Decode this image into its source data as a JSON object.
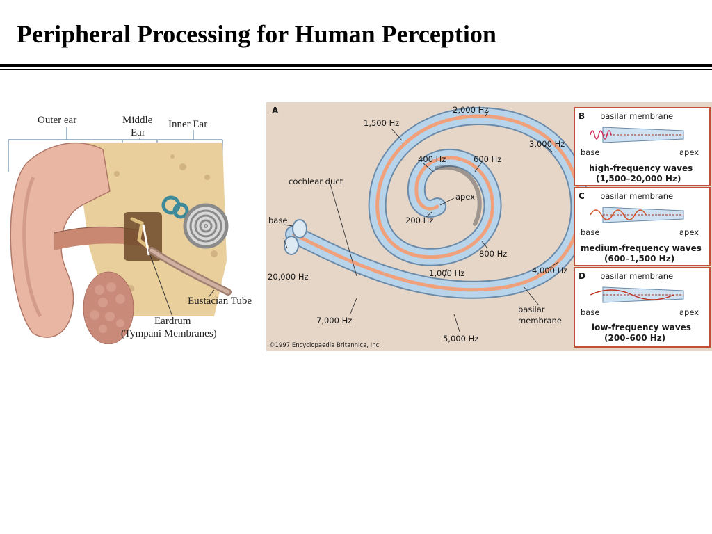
{
  "slide": {
    "title": "Peripheral Processing for Human Perception"
  },
  "ear_diagram": {
    "labels": {
      "outer_ear": "Outer ear",
      "middle_ear_line1": "Middle",
      "middle_ear_line2": "Ear",
      "inner_ear": "Inner Ear",
      "eustacian_tube": "Eustacian Tube",
      "eardrum_line1": "Eardrum",
      "eardrum_line2": "(Tympani Membranes)"
    }
  },
  "cochlea_diagram": {
    "panel_a_letter": "A",
    "frequency_labels": {
      "f200": "200 Hz",
      "f400": "400 Hz",
      "f600": "600 Hz",
      "f800": "800 Hz",
      "f1000": "1,000 Hz",
      "f1500": "1,500 Hz",
      "f2000": "2,000 Hz",
      "f3000": "3,000 Hz",
      "f4000": "4,000 Hz",
      "f5000": "5,000 Hz",
      "f7000": "7,000 Hz",
      "f20000": "20,000 Hz"
    },
    "part_labels": {
      "apex": "apex",
      "base": "base",
      "cochlear_duct": "cochlear duct",
      "basilar_line1": "basilar",
      "basilar_line2": "membrane"
    },
    "copyright": "©1997 Encyclopaedia Britannica, Inc.",
    "panels": [
      {
        "letter": "B",
        "membrane": "basilar membrane",
        "base": "base",
        "apex": "apex",
        "caption_line1": "high-frequency waves",
        "caption_line2": "(1,500–20,000 Hz)"
      },
      {
        "letter": "C",
        "membrane": "basilar membrane",
        "base": "base",
        "apex": "apex",
        "caption_line1": "medium-frequency waves",
        "caption_line2": "(600–1,500 Hz)"
      },
      {
        "letter": "D",
        "membrane": "basilar membrane",
        "base": "base",
        "apex": "apex",
        "caption_line1": "low-frequency waves",
        "caption_line2": "(200–600 Hz)"
      }
    ],
    "colors": {
      "background": "#e6d6c7",
      "tube": "#b8d4ea",
      "membrane": "#f0a07a",
      "panel_border": "#c0503a",
      "wave": "#d03020"
    }
  }
}
